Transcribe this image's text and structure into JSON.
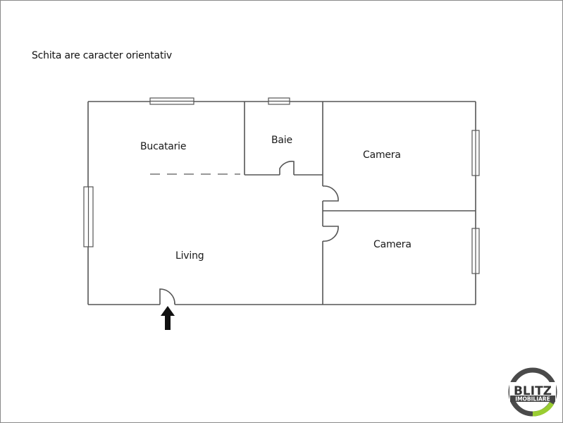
{
  "caption": "Schita are caracter orientativ",
  "rooms": [
    {
      "label": "Bucatarie"
    },
    {
      "label": "Baie"
    },
    {
      "label": "Camera"
    },
    {
      "label": "Camera"
    },
    {
      "label": "Living"
    }
  ],
  "entrance_icon": "arrow-up-icon",
  "logo": {
    "line1": "BLITZ",
    "line2": "IMOBILIARE",
    "ring_color": "#4a4a4a",
    "accent_color": "#9acd32"
  },
  "colors": {
    "wall": "#555555",
    "arrow": "#111111"
  }
}
